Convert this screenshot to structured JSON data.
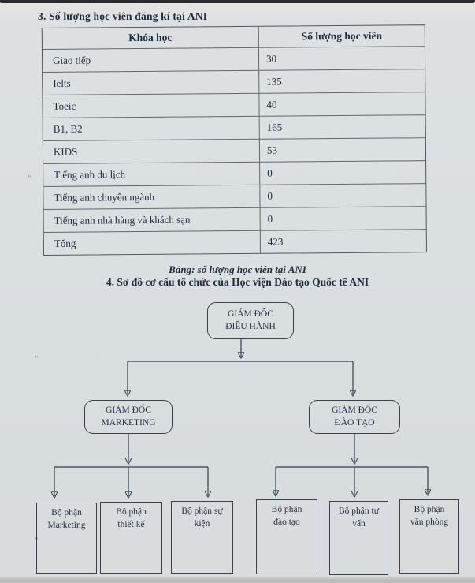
{
  "document": {
    "section3_heading": "3. Số lượng học viên đăng kí tại ANI",
    "table_caption": "Bảng: số lượng học viên tại ANI",
    "section4_heading": "4. Sơ đồ cơ cấu tổ chức của Học viện Đào tạo Quốc tế ANI"
  },
  "table": {
    "columns": [
      "Khóa học",
      "Số lượng học viên"
    ],
    "rows": [
      [
        "Giao tiếp",
        "30"
      ],
      [
        "Ielts",
        "135"
      ],
      [
        "Toeic",
        "40"
      ],
      [
        "B1, B2",
        "165"
      ],
      [
        "KIDS",
        "53"
      ],
      [
        "Tiếng anh du lịch",
        "0"
      ],
      [
        "Tiếng anh chuyên ngành",
        "0"
      ],
      [
        "Tiếng anh nhà hàng và khách sạn",
        "0"
      ],
      [
        "Tổng",
        "423"
      ]
    ]
  },
  "org_chart": {
    "root": {
      "line1": "GIÁM ĐỐC",
      "line2": "ĐIỀU HÀNH"
    },
    "marketing_director": {
      "line1": "GIÁM ĐỐC",
      "line2": "MARKETING"
    },
    "training_director": {
      "line1": "GIÁM ĐỐC",
      "line2": "ĐÀO TẠO"
    },
    "departments": [
      {
        "line1": "Bộ phận",
        "line2": "Marketing"
      },
      {
        "line1": "Bộ phận",
        "line2": "thiết kế"
      },
      {
        "line1": "Bộ phận sự",
        "line2": "kiện"
      },
      {
        "line1": "Bộ phận",
        "line2": "đào tạo"
      },
      {
        "line1": "Bộ phận tư",
        "line2": "vấn"
      },
      {
        "line1": "Bộ phận",
        "line2": "văn phòng"
      }
    ]
  },
  "artifacts": {
    "marks": [
      "\"",
      "\"",
      "\""
    ]
  },
  "colors": {
    "paper": "#dadfe2",
    "ink": "#202b38",
    "line": "#333e49"
  }
}
